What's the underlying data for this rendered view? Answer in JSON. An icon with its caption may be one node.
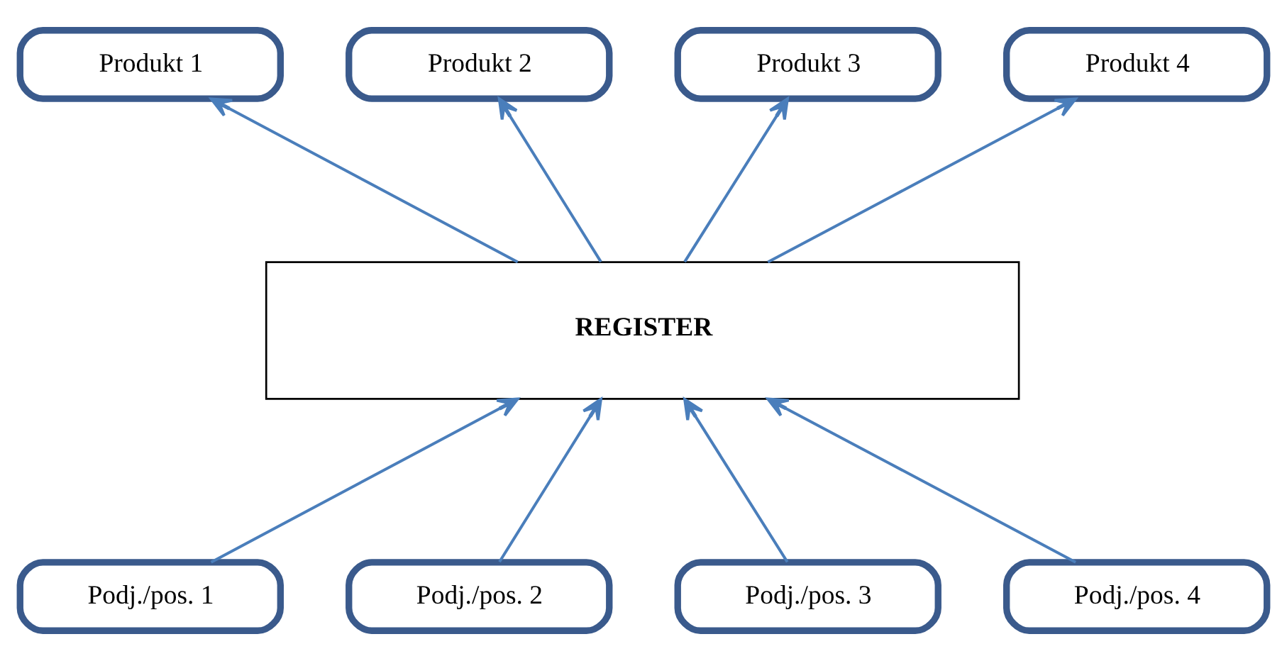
{
  "diagram": {
    "nodes": [
      {
        "text": [
          "Produkt 1"
        ]
      },
      {
        "text": [
          "Produkt 2"
        ]
      },
      {
        "text": [
          "Produkt 3"
        ]
      },
      {
        "text": [
          "Produkt 4"
        ]
      },
      {
        "text": [
          "REGISTER"
        ]
      },
      {
        "text": [
          "Podj./pos. 1"
        ]
      },
      {
        "text": [
          "Podj./pos. 2"
        ]
      },
      {
        "text": [
          "Podj./pos. 3"
        ]
      },
      {
        "text": [
          "Podj./pos. 4"
        ]
      }
    ],
    "edges": [
      {
        "from": 4,
        "to": 0,
        "arrow": "to"
      },
      {
        "from": 4,
        "to": 1,
        "arrow": "to"
      },
      {
        "from": 4,
        "to": 2,
        "arrow": "to"
      },
      {
        "from": 4,
        "to": 3,
        "arrow": "to"
      },
      {
        "from": 5,
        "to": 4,
        "arrow": "to"
      },
      {
        "from": 6,
        "to": 4,
        "arrow": "to"
      },
      {
        "from": 7,
        "to": 4,
        "arrow": "to"
      },
      {
        "from": 8,
        "to": 4,
        "arrow": "to"
      }
    ]
  }
}
